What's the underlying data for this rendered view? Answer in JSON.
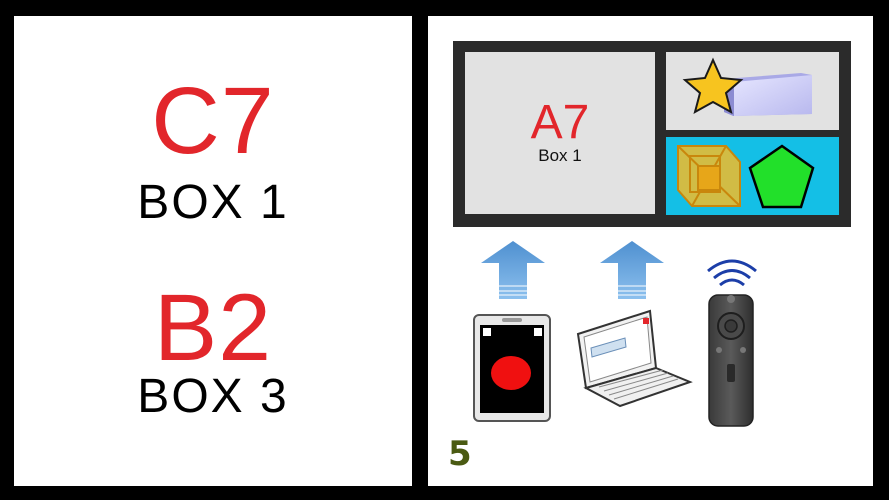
{
  "left_panel": {
    "entries": [
      {
        "code": "C7",
        "box": "BOX 1"
      },
      {
        "code": "B2",
        "box": "BOX 3"
      }
    ]
  },
  "right_panel": {
    "screen": {
      "main_tile_code": "A7",
      "main_tile_box": "Box 1"
    },
    "devices": [
      "phone-icon",
      "laptop-icon",
      "remote-icon"
    ],
    "step_number": "5"
  },
  "colors": {
    "code_red": "#e2262b",
    "arrow_blue": "#5b9bd5",
    "tile_cyan": "#14bfe6",
    "star_yellow": "#f7c41f",
    "pentagon_green": "#22e02a",
    "step_green": "#4a5a12"
  }
}
